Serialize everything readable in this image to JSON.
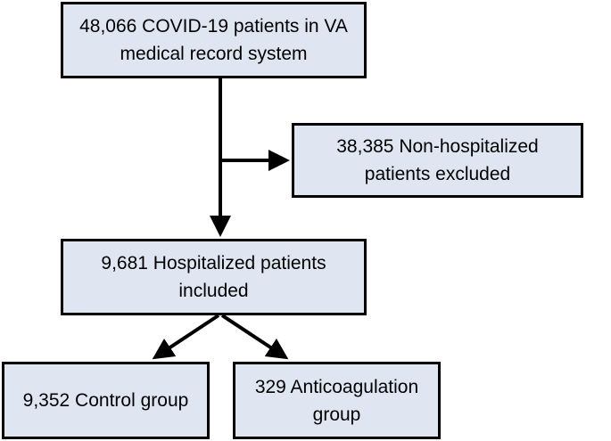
{
  "diagram": {
    "nodes": {
      "total": "48,066 COVID-19 patients in VA medical record system",
      "excluded": "38,385 Non-hospitalized patients excluded",
      "included": "9,681 Hospitalized patients included",
      "control": "9,352 Control group",
      "anticoagulation": "329 Anticoagulation group"
    },
    "edges": [
      {
        "from": "total",
        "to": "included"
      },
      {
        "from": "total",
        "to": "excluded"
      },
      {
        "from": "included",
        "to": "control"
      },
      {
        "from": "included",
        "to": "anticoagulation"
      }
    ],
    "colors": {
      "box_fill": "#dfe5f1",
      "stroke": "#000000"
    }
  }
}
